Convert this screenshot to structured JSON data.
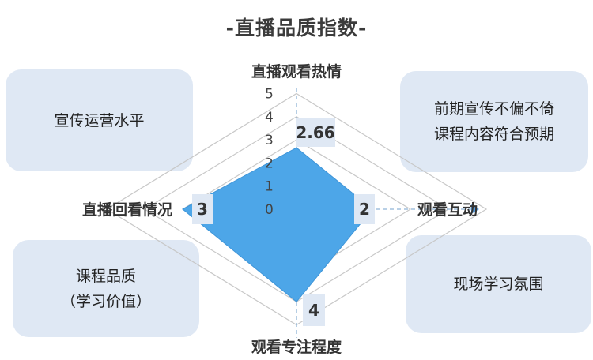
{
  "title": "-直播品质指数-",
  "cards": {
    "top_left": [
      "宣传运营水平"
    ],
    "top_right": [
      "前期宣传不偏不倚",
      "课程内容符合预期"
    ],
    "bottom_left": [
      "课程品质",
      "（学习价值）"
    ],
    "bottom_right": [
      "现场学习氛围"
    ]
  },
  "chart_data": {
    "type": "radar",
    "axes": [
      "直播观看热情",
      "观看互动",
      "观看专注程度",
      "直播回看情况"
    ],
    "values": [
      2.66,
      2,
      4,
      3
    ],
    "value_labels": [
      "2.66",
      "2",
      "4",
      "3"
    ],
    "scale": {
      "min": 0,
      "max": 5,
      "ticks": [
        "0",
        "1",
        "2",
        "3",
        "4",
        "5"
      ]
    },
    "fill_color": "#4da6e8",
    "label_box_color": "#dfe8f4",
    "grid_color": "#c8c8c8",
    "axis_color": "#8fb4d6"
  }
}
